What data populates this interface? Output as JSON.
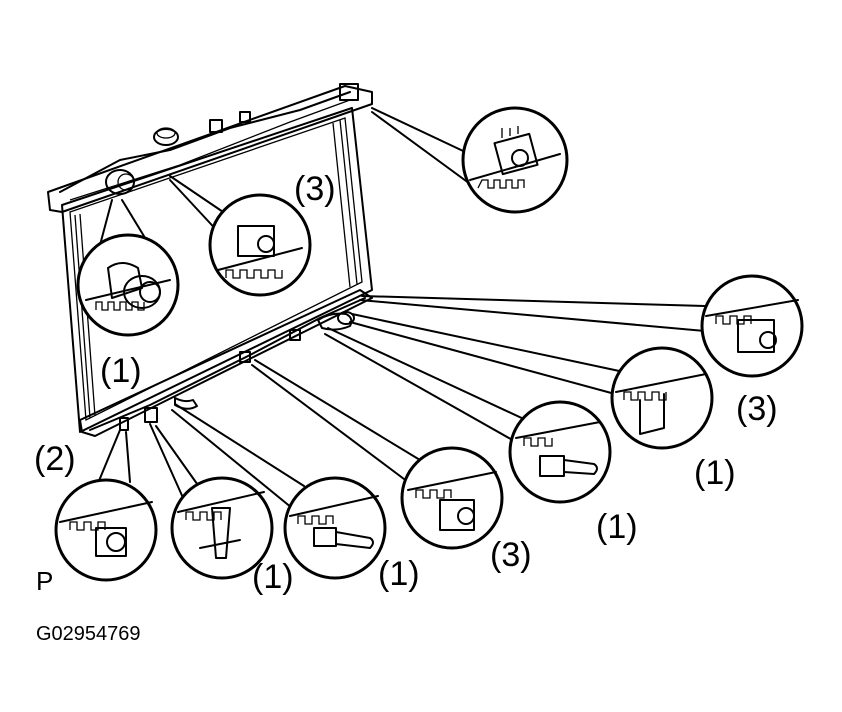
{
  "figure": {
    "part_labels": [
      {
        "id": "top-left-tank-outlet",
        "text": "(1)"
      },
      {
        "id": "upper-bracket",
        "text": "(3)"
      },
      {
        "id": "lower-left-drain",
        "text": "(2)"
      },
      {
        "id": "lower-clip",
        "text": "(1)"
      },
      {
        "id": "lower-hose",
        "text": "(1)"
      },
      {
        "id": "lower-bracket-center",
        "text": "(3)"
      },
      {
        "id": "lower-right-fitting",
        "text": "(1)"
      },
      {
        "id": "lower-right-tab",
        "text": "(1)"
      },
      {
        "id": "lower-right-bracket",
        "text": "(3)"
      }
    ],
    "view_letter": "P",
    "figure_code": "G02954769"
  }
}
